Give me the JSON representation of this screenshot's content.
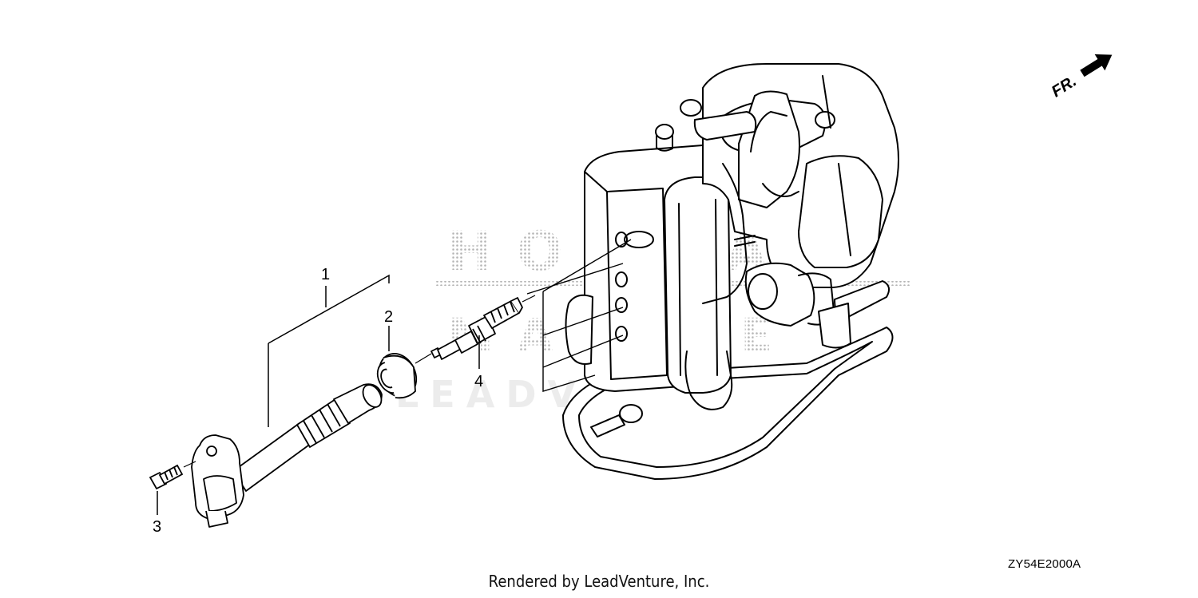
{
  "diagram": {
    "callouts": [
      {
        "id": "1",
        "label": "1"
      },
      {
        "id": "2",
        "label": "2"
      },
      {
        "id": "3",
        "label": "3"
      },
      {
        "id": "4",
        "label": "4"
      }
    ],
    "direction_marker": "FR.",
    "drawing_code": "ZY54E2000A"
  },
  "watermark": {
    "brand": "HONDA",
    "sub_brand": "MARINE",
    "vendor": "LEADVENTURE"
  },
  "footer": {
    "credit": "Rendered by LeadVenture, Inc."
  },
  "colors": {
    "line": "#000000",
    "background": "#ffffff",
    "watermark": "#b5b5b5"
  }
}
